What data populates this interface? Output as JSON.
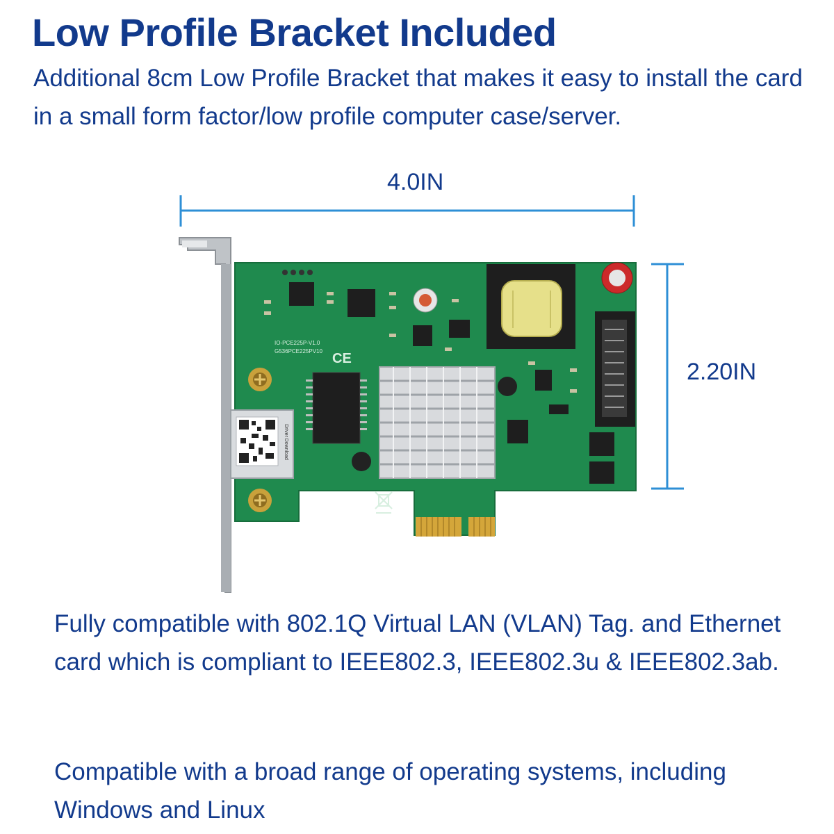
{
  "header": {
    "title": "Low Profile Bracket Included",
    "intro": "Additional 8cm Low Profile Bracket that makes it easy to install the card in a small form factor/low profile computer case/server."
  },
  "dimensions": {
    "width_label": "4.0IN",
    "height_label": "2.20IN",
    "line_color": "#2e8fd6"
  },
  "product_image": {
    "pcb_color": "#1f8a4e",
    "heatsink_color": "#d8dadd",
    "gold_color": "#d4a63a",
    "qr_label": "Driver Download",
    "board_texts": [
      "IO-PCE225P-V1.0",
      "G536PCE225PV10"
    ]
  },
  "features": {
    "text": "Fully compatible with 802.1Q Virtual LAN (VLAN) Tag. and Ethernet card which is compliant to IEEE802.3, IEEE802.3u & IEEE802.3ab."
  },
  "compatibility": {
    "text": "Compatible with a broad range of operating systems, including Windows and Linux"
  },
  "colors": {
    "text": "#123a8c"
  }
}
